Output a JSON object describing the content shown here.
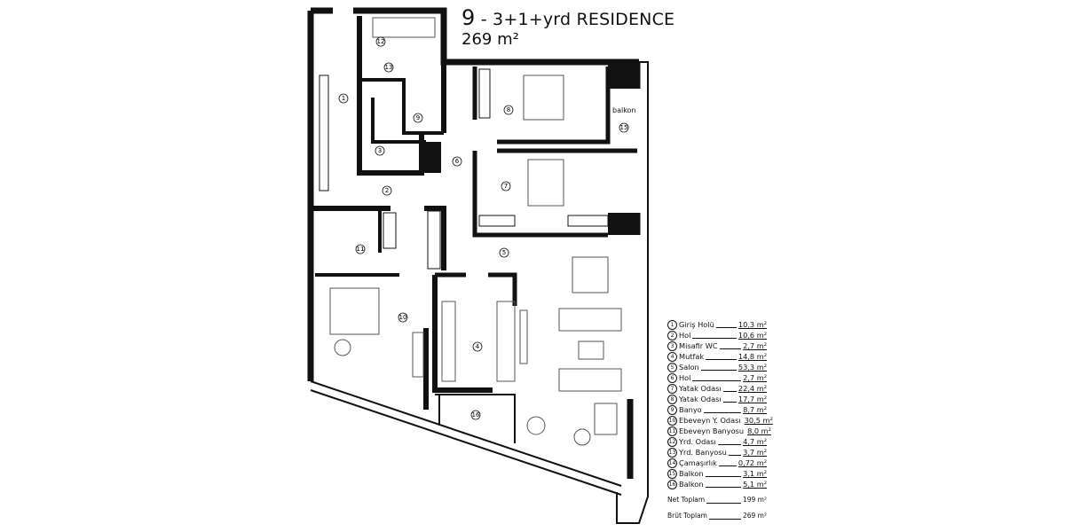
{
  "title": {
    "unit_number": "9",
    "type": "- 3+1+yrd RESIDENCE",
    "area": "269 m²"
  },
  "plan_labels": {
    "balkon": "balkon"
  },
  "rooms": [
    {
      "no": "1",
      "name": "Giriş Holü",
      "area": "10,3 m²"
    },
    {
      "no": "2",
      "name": "Hol",
      "area": "10,6 m²"
    },
    {
      "no": "3",
      "name": "Misafir WC",
      "area": "2,7 m²"
    },
    {
      "no": "4",
      "name": "Mutfak",
      "area": "14,8 m²"
    },
    {
      "no": "5",
      "name": "Salon",
      "area": "53,3 m²"
    },
    {
      "no": "6",
      "name": "Hol",
      "area": "2,7 m²"
    },
    {
      "no": "7",
      "name": "Yatak Odası",
      "area": "22,4 m²"
    },
    {
      "no": "8",
      "name": "Yatak Odası",
      "area": "17,7 m²"
    },
    {
      "no": "9",
      "name": "Banyo",
      "area": "8,7 m²"
    },
    {
      "no": "10",
      "name": "Ebeveyn Y. Odası",
      "area": "30,5 m²"
    },
    {
      "no": "11",
      "name": "Ebeveyn Banyosu",
      "area": "8,0 m²"
    },
    {
      "no": "12",
      "name": "Yrd. Odası",
      "area": "4,7 m²"
    },
    {
      "no": "13",
      "name": "Yrd. Banyosu",
      "area": "3,7 m²"
    },
    {
      "no": "14",
      "name": "Çamaşırlık",
      "area": "0,72 m²"
    },
    {
      "no": "15",
      "name": "Balkon",
      "area": "3,1 m²"
    },
    {
      "no": "16",
      "name": "Balkon",
      "area": "5,1 m²"
    }
  ],
  "totals": {
    "net_label": "Net Toplam",
    "net_value": "199 m²",
    "gross_label": "Brüt Toplam",
    "gross_value": "269 m²"
  }
}
